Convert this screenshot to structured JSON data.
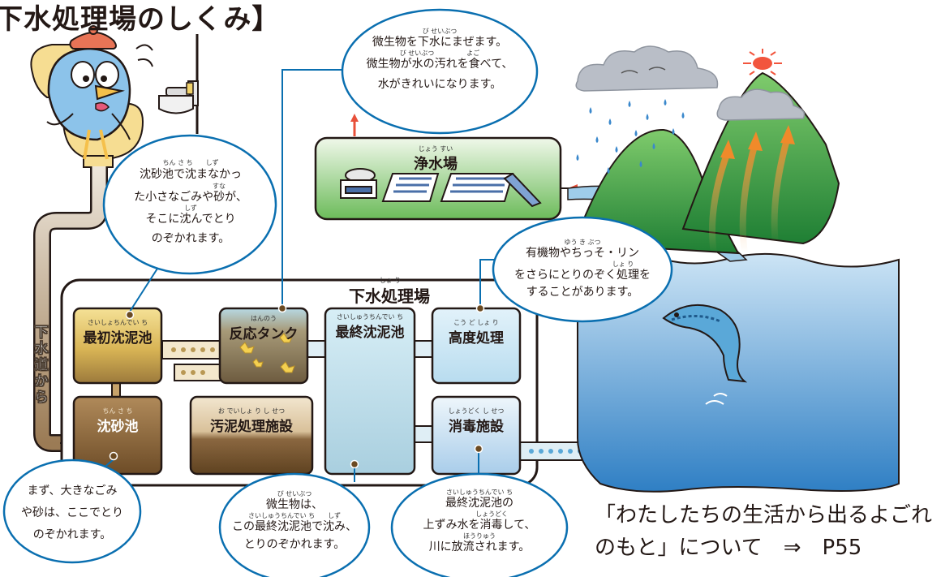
{
  "title": "下水処理場のしくみ】",
  "facility_title": "下水処理場",
  "facility_title_ruby": "しょ り",
  "inflow_label": "下水道から",
  "tanks": {
    "primary": {
      "name": "最初沈泥池",
      "ruby": "さいしょちんでい ち"
    },
    "reaction": {
      "name": "反応タンク",
      "ruby": "はんのう"
    },
    "final": {
      "name": "最終沈泥池",
      "ruby": "さいしゅうちんでい ち"
    },
    "advanced": {
      "name": "高度処理",
      "ruby": "こう ど しょ り"
    },
    "grit": {
      "name": "沈砂池",
      "ruby": "ちん さ ち"
    },
    "sludge": {
      "name": "汚泥処理施設",
      "ruby": "お でいしょ り し せつ"
    },
    "disinfection": {
      "name": "消毒施設",
      "ruby": "しょうどく し せつ"
    }
  },
  "purification_plant": {
    "name": "浄水場",
    "ruby": "じょう すい"
  },
  "bubbles": {
    "microbes": {
      "lines": [
        "微生物を下水にまぜます。",
        "微生物が水の汚れを食べて、",
        "水がきれいになります。"
      ],
      "ruby": [
        "び せいぶつ",
        "び せいぶつ　　　　　よご"
      ]
    },
    "primary": {
      "lines": [
        "沈砂池で沈まなかっ",
        "た小さなごみや砂が、",
        "そこに沈んでとり",
        "のぞかれます。"
      ],
      "ruby": [
        "ちん さ ち　　しず",
        "すな",
        "しず"
      ]
    },
    "advanced": {
      "lines": [
        "有機物やちっそ・リン",
        "をさらにとりのぞく処理を",
        "することがあります。"
      ],
      "ruby": [
        "ゆう き ぶつ",
        "しょ り"
      ]
    },
    "grit": {
      "lines": [
        "まず、大きなごみ",
        "や砂は、ここでとり",
        "のぞかれます。"
      ]
    },
    "final": {
      "lines": [
        "微生物は、",
        "この最終沈泥池で沈み、",
        "とりのぞかれます。"
      ],
      "ruby": [
        "び せいぶつ",
        "さいしゅうちんでい ち　　しず"
      ]
    },
    "disinfection": {
      "lines": [
        "最終沈泥池の",
        "上ずみ水を消毒して、",
        "川に放流されます。"
      ],
      "ruby": [
        "さいしゅうちんでい ち",
        "しょうどく",
        "ほうりゅう"
      ]
    }
  },
  "reference": {
    "line1": "「わたしたちの生活から出るよごれ",
    "line2": "のもと」について　⇒　P55"
  },
  "colors": {
    "bubble_border": "#0a6fb0",
    "outline": "#231815",
    "sky_blue": "#6fa6d8",
    "mountain_green": "#3a9a3e",
    "primary_tank": "#e7c766",
    "grit_tank": "#7a5a35",
    "reaction_tank": "#8a7a5f",
    "final_tank": "#b9dce8",
    "advanced_tank": "#cfe7f3",
    "plant_green": "#7cc46e",
    "arrow_red": "#e8503a"
  }
}
